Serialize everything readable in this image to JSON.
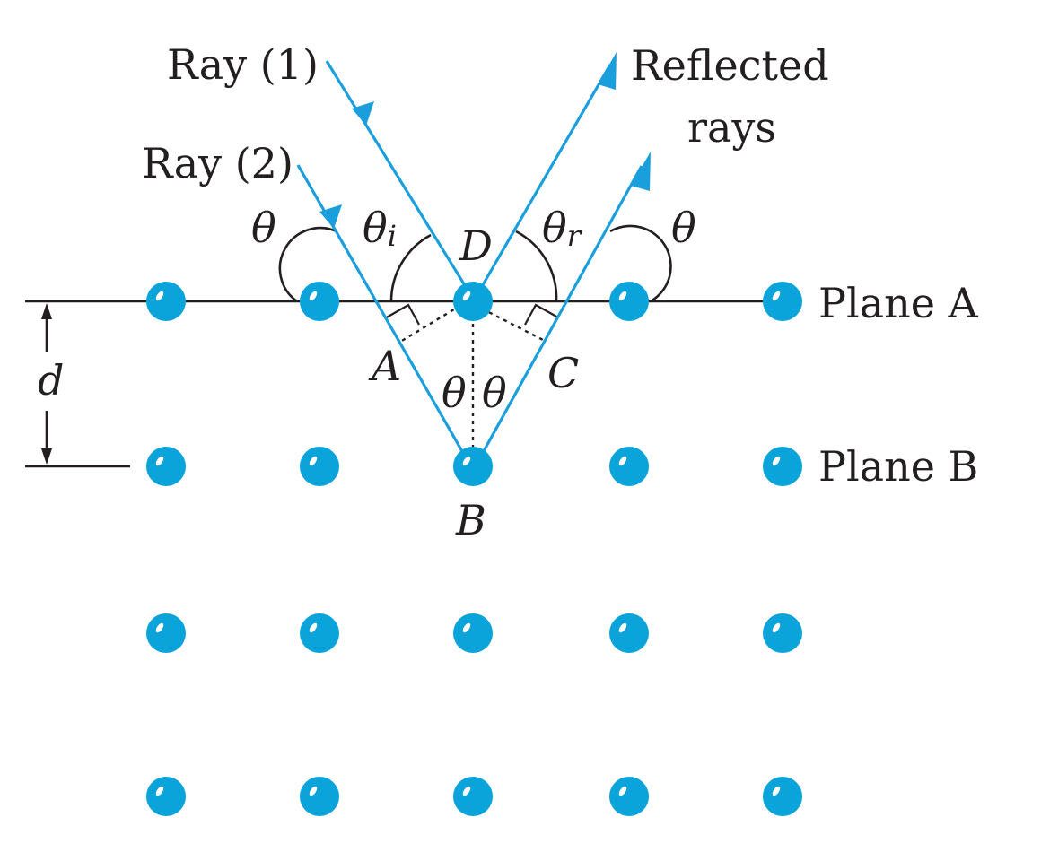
{
  "labels": {
    "ray1": "Ray (1)",
    "ray2": "Ray (2)",
    "reflected_line1": "Reflected",
    "reflected_line2": "rays",
    "theta_left": "θ",
    "theta_i": "θ",
    "theta_i_sub": "i",
    "point_D": "D",
    "theta_r": "θ",
    "theta_r_sub": "r",
    "theta_right": "θ",
    "plane_a": "Plane A",
    "plane_b": "Plane B",
    "spacing_d": "d",
    "point_A": "A",
    "point_C": "C",
    "theta_mid_left": "θ",
    "theta_mid_right": "θ",
    "point_B": "B"
  },
  "colors": {
    "ray": "#1a9fdc",
    "atom": "#0aa3da",
    "line": "#231f20"
  },
  "lattice": {
    "rows": 4,
    "columns": 5
  }
}
